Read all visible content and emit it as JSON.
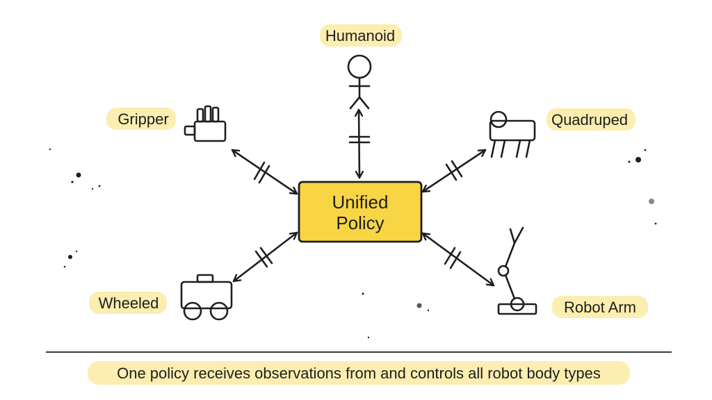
{
  "center": {
    "label_line1": "Unified",
    "label_line2": "Policy",
    "fill": "#f7d544"
  },
  "nodes": [
    {
      "id": "humanoid",
      "label": "Humanoid",
      "icon": "stick-figure-icon"
    },
    {
      "id": "gripper",
      "label": "Gripper",
      "icon": "gripper-hand-icon"
    },
    {
      "id": "quadruped",
      "label": "Quadruped",
      "icon": "quadruped-robot-icon"
    },
    {
      "id": "wheeled",
      "label": "Wheeled",
      "icon": "wheeled-robot-icon"
    },
    {
      "id": "robot_arm",
      "label": "Robot Arm",
      "icon": "robot-arm-icon"
    }
  ],
  "caption": "One policy receives observations from and controls all robot body types",
  "colors": {
    "highlight": "#fbeeb0",
    "ink": "#1e1e1e",
    "center_fill": "#f7d544"
  }
}
